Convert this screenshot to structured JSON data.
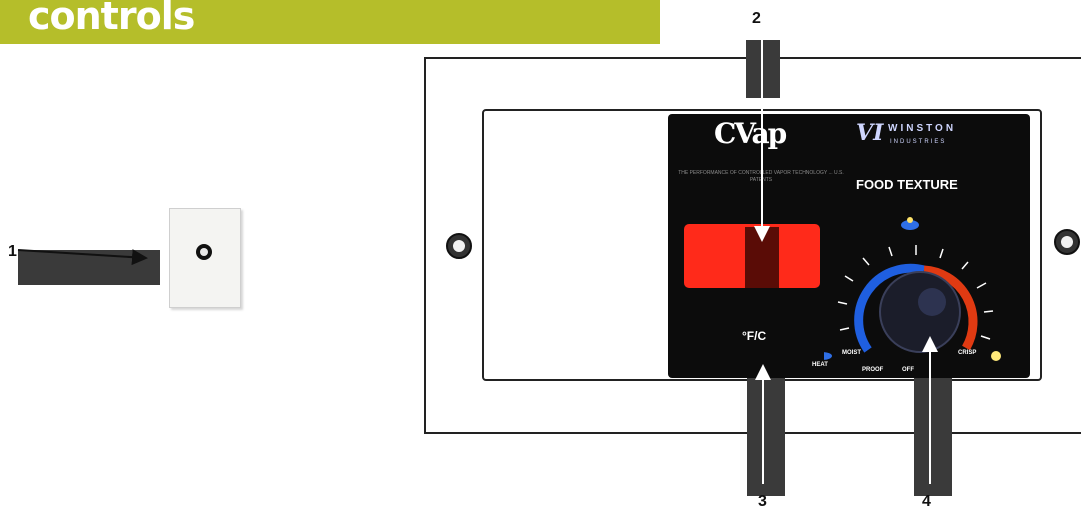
{
  "header": {
    "title": "controls",
    "color": "#b5be2a"
  },
  "callouts": [
    "1",
    "2",
    "3",
    "4"
  ],
  "panel": {
    "logo": "CVap",
    "brand_mark": "VI",
    "brand_name": "WINSTON",
    "brand_sub": "INDUSTRIES",
    "tagline": "THE PERFORMANCE OF CONTROLLED VAPOR TECHNOLOGY ... U.S. PATENTS",
    "title": "FOOD TEXTURE",
    "toggle_label": "°F/C",
    "dial": {
      "label_moist": "MOIST",
      "label_proof": "PROOF",
      "label_off": "OFF",
      "label_crisp": "CRISP",
      "label_heat": "HEAT"
    },
    "display_color": "#ff2a1a",
    "cold_color": "#1f5fe0",
    "hot_color": "#e03a12"
  }
}
